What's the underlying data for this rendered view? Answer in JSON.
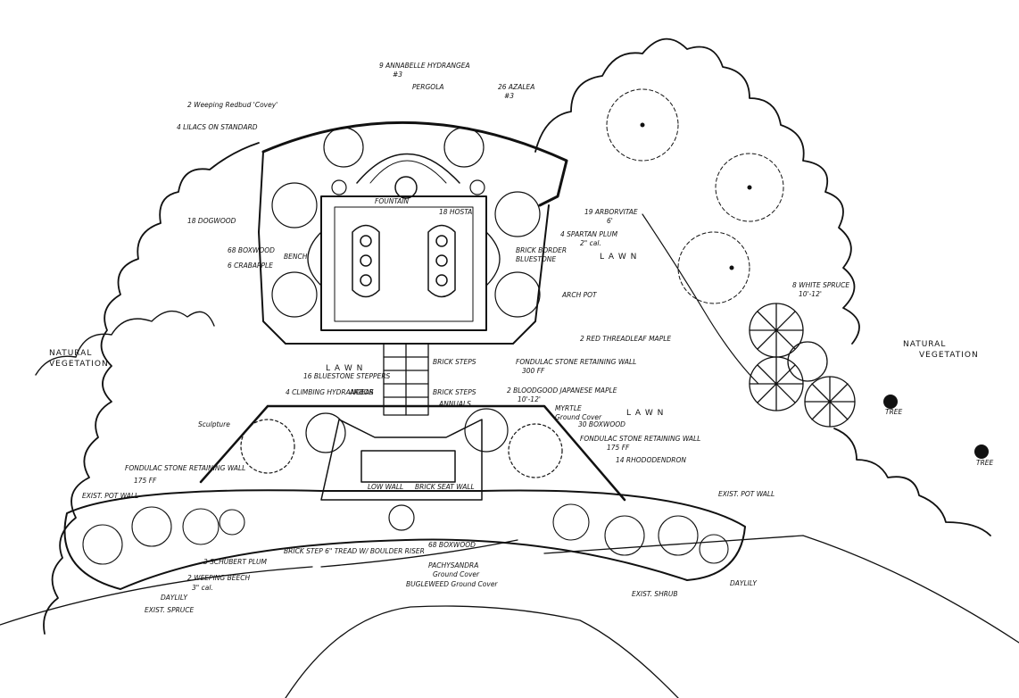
{
  "plan": {
    "labels": {
      "hydrangea": "9 ANNABELLE HYDRANGEA",
      "hydrangea_qty": "#3",
      "pergola": "PERGOLA",
      "azalea": "26 AZALEA",
      "azalea_qty": "#3",
      "redbud": "2 Weeping Redbud 'Covey'",
      "lilacs": "4 LILACS ON STANDARD",
      "arborvitae": "19 ARBORVITAE",
      "arborvitae_qty": "6'",
      "spartan": "4 SPARTAN PLUM",
      "spartan_qty": "2\" cal.",
      "lawn_right": "L A W N",
      "dogwood": "18 DOGWOOD",
      "boxwood_left": "68 BOXWOOD",
      "crabapple": "6 CRABAPPLE",
      "bench": "BENCH",
      "fountain": "FOUNTAIN",
      "hosta": "18 HOSTA",
      "brick_border": "BRICK BORDER",
      "bluestone": "BLUESTONE",
      "arch_pot": "ARCH POT",
      "red_maple": "2 RED THREADLEAF MAPLE",
      "natural_left_1": "NATURAL",
      "natural_left_2": "VEGETATION",
      "natural_right_1": "NATURAL",
      "natural_right_2": "VEGETATION",
      "white_spruce": "8 WHITE SPRUCE",
      "white_spruce_qty": "10'-12'",
      "lawn_center": "L A W N",
      "brick_steps": "BRICK STEPS",
      "fondulac_top": "FONDULAC STONE RETAINING WALL",
      "fondulac_top_len": "300 FF",
      "bluestone_step": "16 BLUESTONE STEPPERS",
      "climbing": "4 CLIMBING HYDRANGEAS",
      "arbor": "ARBOR",
      "brick_steps_2": "BRICK STEPS",
      "annuals": "ANNUALS",
      "bloodgood": "2 BLOODGOOD JAPANESE MAPLE",
      "bloodgood_qty": "10'-12'",
      "myrtle": "MYRTLE",
      "myrtle_2": "Ground Cover",
      "lawn_mid": "L A W N",
      "boxwood_30": "30 BOXWOOD",
      "fondulac_right": "FONDULAC STONE RETAINING WALL",
      "fondulac_right_len": "175 FF",
      "rhododendron": "14 RHODODENDRON",
      "sculpture": "Sculpture",
      "fondulac_left": "FONDULAC STONE RETAINING WALL",
      "fondulac_left_len": "175 FF",
      "exist_pot_left": "EXIST. POT WALL",
      "exist_pot_right": "EXIST. POT WALL",
      "low_wall": "LOW WALL",
      "brick_seat": "BRICK SEAT WALL",
      "brick_step_riser": "BRICK STEP 6\" TREAD W/ BOULDER RISER",
      "boxwood_68": "68 BOXWOOD",
      "pachysandra": "PACHYSANDRA",
      "pachysandra_2": "Ground Cover",
      "bugleweed": "BUGLEWEED Ground Cover",
      "schubert": "3 SCHUBERT PLUM",
      "weeping_beech": "2 WEEPING BEECH",
      "weeping_beech_qty": "3\" cal.",
      "daylily_left": "DAYLILY",
      "exist_spruce_left": "EXIST. SPRUCE",
      "exist_shrub": "EXIST. SHRUB",
      "daylily_right": "DAYLILY",
      "tree_1": "TREE",
      "tree_2": "TREE"
    }
  }
}
